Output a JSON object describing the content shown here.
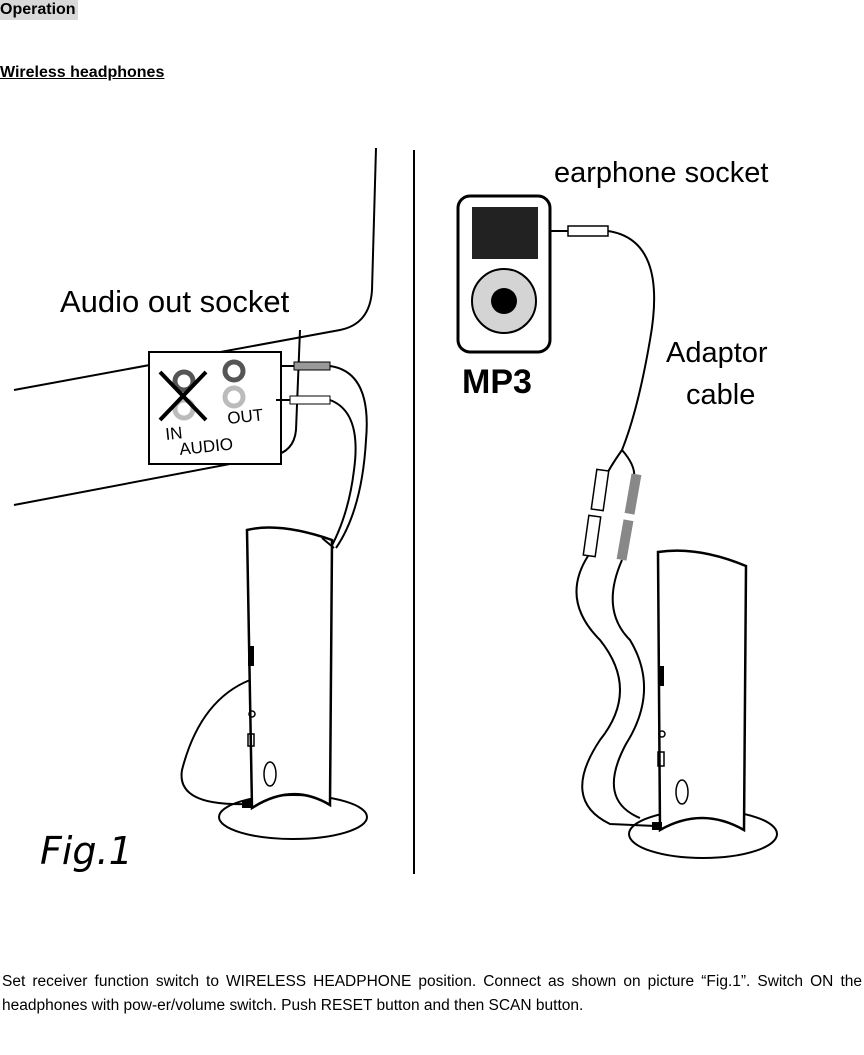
{
  "header": {
    "section": "Operation",
    "subsection": "Wireless headphones"
  },
  "figure": {
    "labels": {
      "audio_out": "Audio out socket",
      "audio_in": "IN",
      "audio_out_port": "OUT",
      "audio": "AUDIO",
      "earphone": "earphone socket",
      "mp3": "MP3",
      "adaptor_line1": "Adaptor",
      "adaptor_line2": "cable",
      "fig": "Fig.1"
    }
  },
  "body": {
    "paragraph": "Set receiver function switch to WIRELESS HEADPHONE position. Connect as shown on picture “Fig.1”. Switch ON the headphones with pow-er/volume switch. Push RESET button and then SCAN button."
  }
}
